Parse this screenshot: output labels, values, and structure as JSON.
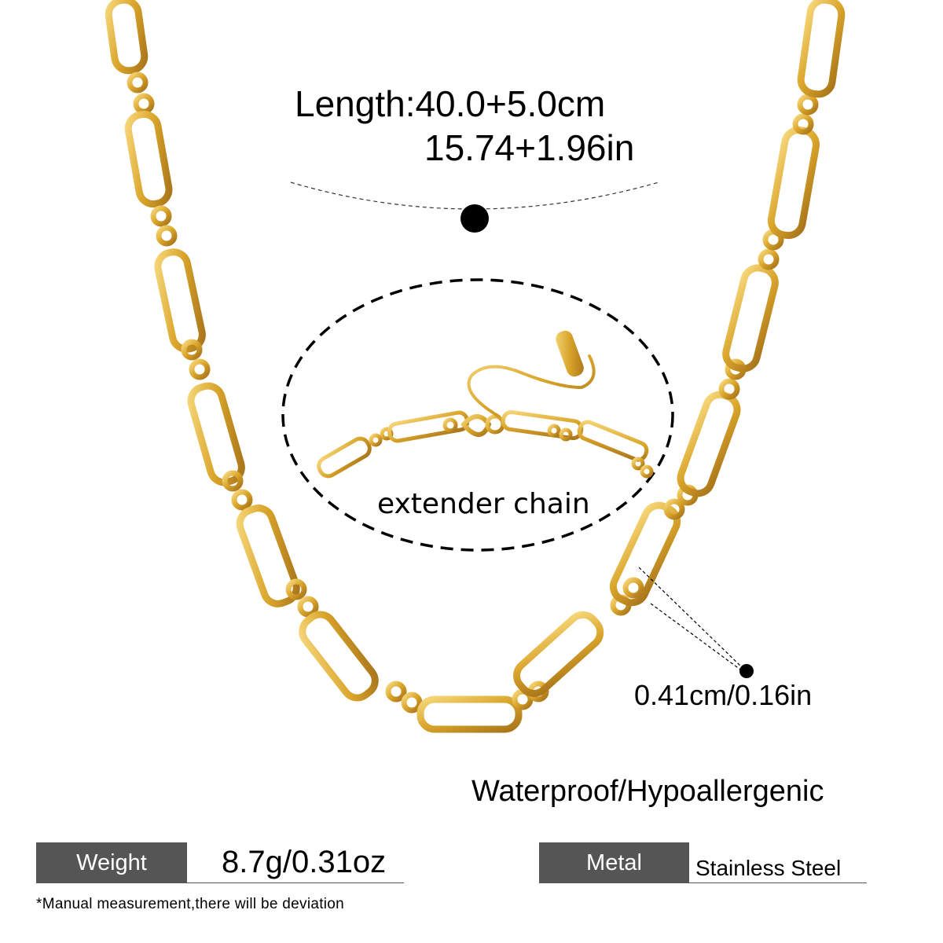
{
  "product": {
    "type": "gold paperclip link chain necklace",
    "colors": {
      "gold": "#d9a42a",
      "gold_light": "#f2cf6a",
      "gold_dark": "#a8741a",
      "label_bg": "#555555",
      "text": "#000000"
    }
  },
  "measurements": {
    "length_cm": "Length:40.0+5.0cm",
    "length_in": "15.74+1.96in",
    "link_width": "0.41cm/0.16in"
  },
  "callouts": {
    "extender_label": "extender chain"
  },
  "features": {
    "text": "Waterproof/Hypoallergenic"
  },
  "specs": {
    "weight": {
      "label": "Weight",
      "value": "8.7g/0.31oz"
    },
    "metal": {
      "label": "Metal",
      "value": "Stainless Steel"
    }
  },
  "footnote": "*Manual measurement,there will be deviation"
}
